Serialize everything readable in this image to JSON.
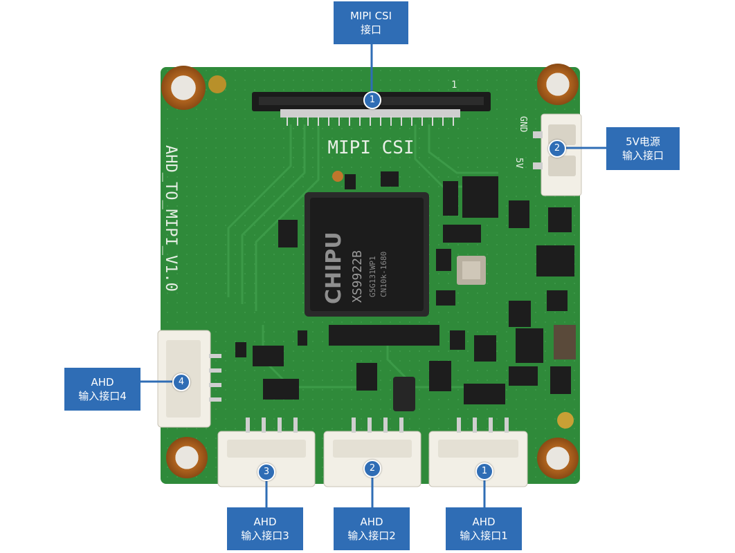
{
  "board": {
    "silkscreen_title": "AHD_TO_MIPI_V1.0",
    "silkscreen_mipi": "MIPI CSI",
    "chip_logo": "CHIPU",
    "chip_part": "XS9922B",
    "chip_line2": "G5G131WP1",
    "chip_line3": "CN10k-1680",
    "power_pin_gnd": "GND",
    "power_pin_5v": "5V",
    "pin_one": "1"
  },
  "callouts": {
    "mipi": {
      "line1": "MIPI CSI",
      "line2": "接口",
      "marker": "1"
    },
    "power": {
      "line1": "5V电源",
      "line2": "输入接口",
      "marker": "2"
    },
    "ahd4": {
      "line1": "AHD",
      "line2": "输入接口4",
      "marker": "4"
    },
    "ahd3": {
      "line1": "AHD",
      "line2": "输入接口3",
      "marker": "3"
    },
    "ahd2": {
      "line1": "AHD",
      "line2": "输入接口2",
      "marker": "2"
    },
    "ahd1": {
      "line1": "AHD",
      "line2": "输入接口1",
      "marker": "1"
    }
  },
  "colors": {
    "callout": "#2f6db5",
    "pcb": "#2f8a3a",
    "connector": "#f2efe6"
  }
}
